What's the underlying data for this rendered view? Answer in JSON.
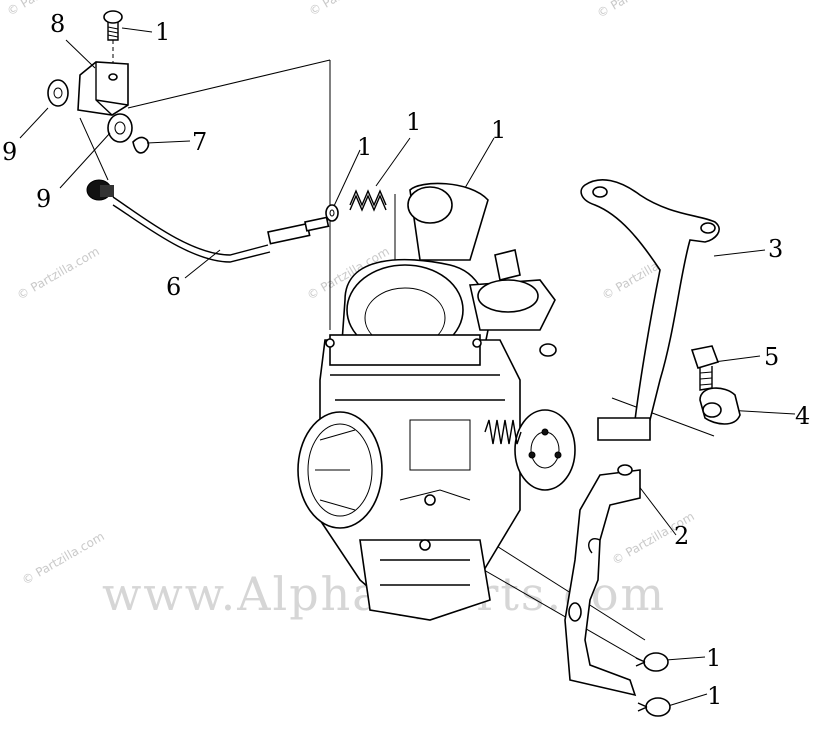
{
  "diagram": {
    "callouts": [
      {
        "id": "c1a",
        "label": "1"
      },
      {
        "id": "c8",
        "label": "8"
      },
      {
        "id": "c9a",
        "label": "9"
      },
      {
        "id": "c9b",
        "label": "9"
      },
      {
        "id": "c7",
        "label": "7"
      },
      {
        "id": "c6",
        "label": "6"
      },
      {
        "id": "c1b",
        "label": "1"
      },
      {
        "id": "c1c",
        "label": "1"
      },
      {
        "id": "c1d",
        "label": "1"
      },
      {
        "id": "c3",
        "label": "3"
      },
      {
        "id": "c5",
        "label": "5"
      },
      {
        "id": "c4",
        "label": "4"
      },
      {
        "id": "c2",
        "label": "2"
      },
      {
        "id": "c1e",
        "label": "1"
      },
      {
        "id": "c1f",
        "label": "1"
      }
    ],
    "watermarks": {
      "small": "© Partzilla.com",
      "large": "www.AlphaSports.com"
    }
  }
}
